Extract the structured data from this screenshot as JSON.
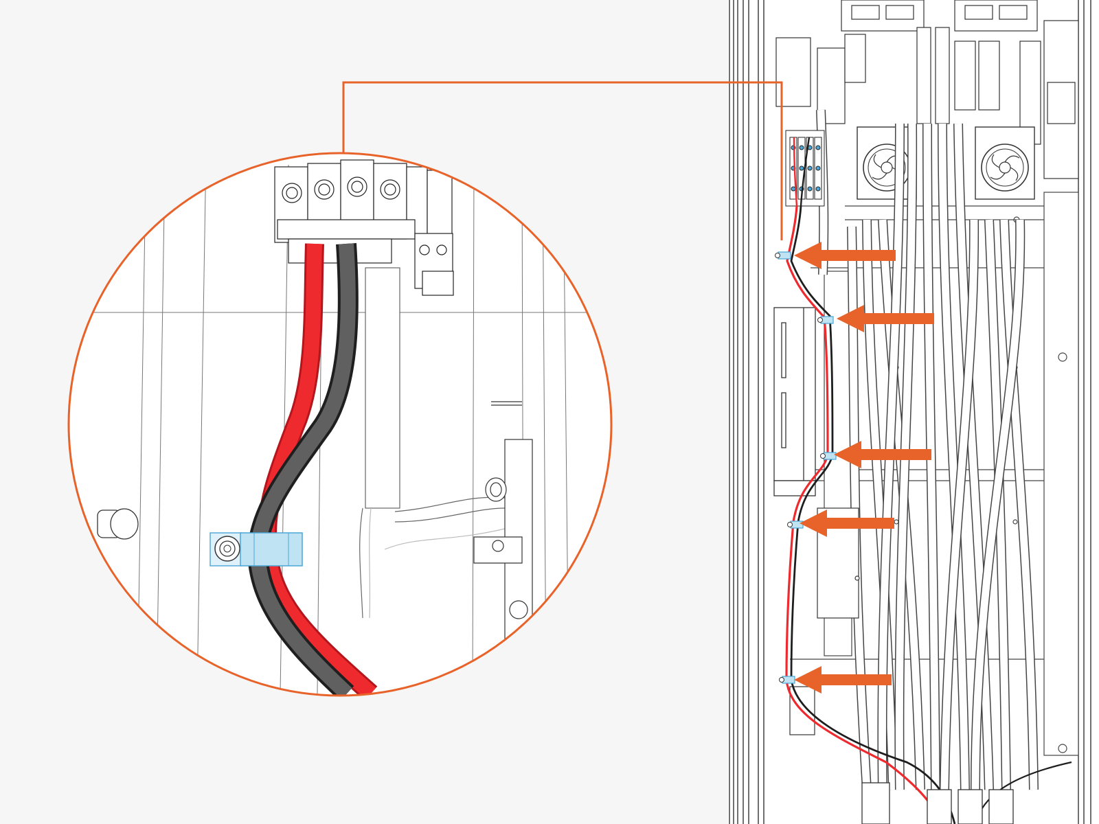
{
  "diagram": {
    "kind": "wiring-assembly-illustration",
    "subject": "cable-clamps-routing",
    "colors": {
      "background": "#f6f6f6",
      "callout": "#e8632a",
      "wire_red": "#ee2a2e",
      "wire_red_shade": "#b3161c",
      "wire_black": "#2c2c2c",
      "wire_grey": "#606060",
      "clamp": "#bfe3f3",
      "clamp_edge": "#4aa6d6",
      "line_art": "#2a2a2a",
      "panel": "#ffffff"
    },
    "icons": {
      "arrow": "arrow-left-icon",
      "clamp": "cable-clamp-icon",
      "fan": "fan-icon",
      "terminal_block": "terminal-block-icon"
    },
    "callout_arrow_count": 5,
    "clamp_count": 5,
    "magnified_clamp_count": 1
  }
}
